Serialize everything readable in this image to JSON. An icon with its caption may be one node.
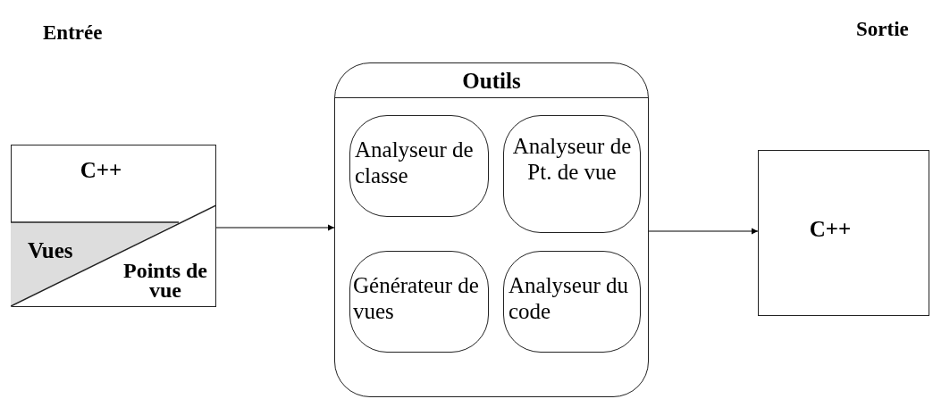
{
  "diagram": {
    "nodes": [
      {
        "text": [
          "C++",
          "Vues",
          "Points de vue"
        ]
      },
      {
        "text": [
          "Outils"
        ]
      },
      {
        "text": [
          "Analyseur de classe"
        ],
        "in": 1
      },
      {
        "text": [
          "Analyseur de Pt. de vue"
        ],
        "in": 1
      },
      {
        "text": [
          "Générateur de vues"
        ],
        "in": 1
      },
      {
        "text": [
          "Analyseur du code"
        ],
        "in": 1
      },
      {
        "text": [
          "C++"
        ]
      }
    ],
    "edges": [
      {
        "from": 0,
        "to": 1,
        "arrow": "to"
      },
      {
        "from": 1,
        "to": 6,
        "arrow": "to"
      }
    ],
    "labels": [
      "Entrée",
      "Sortie"
    ]
  }
}
